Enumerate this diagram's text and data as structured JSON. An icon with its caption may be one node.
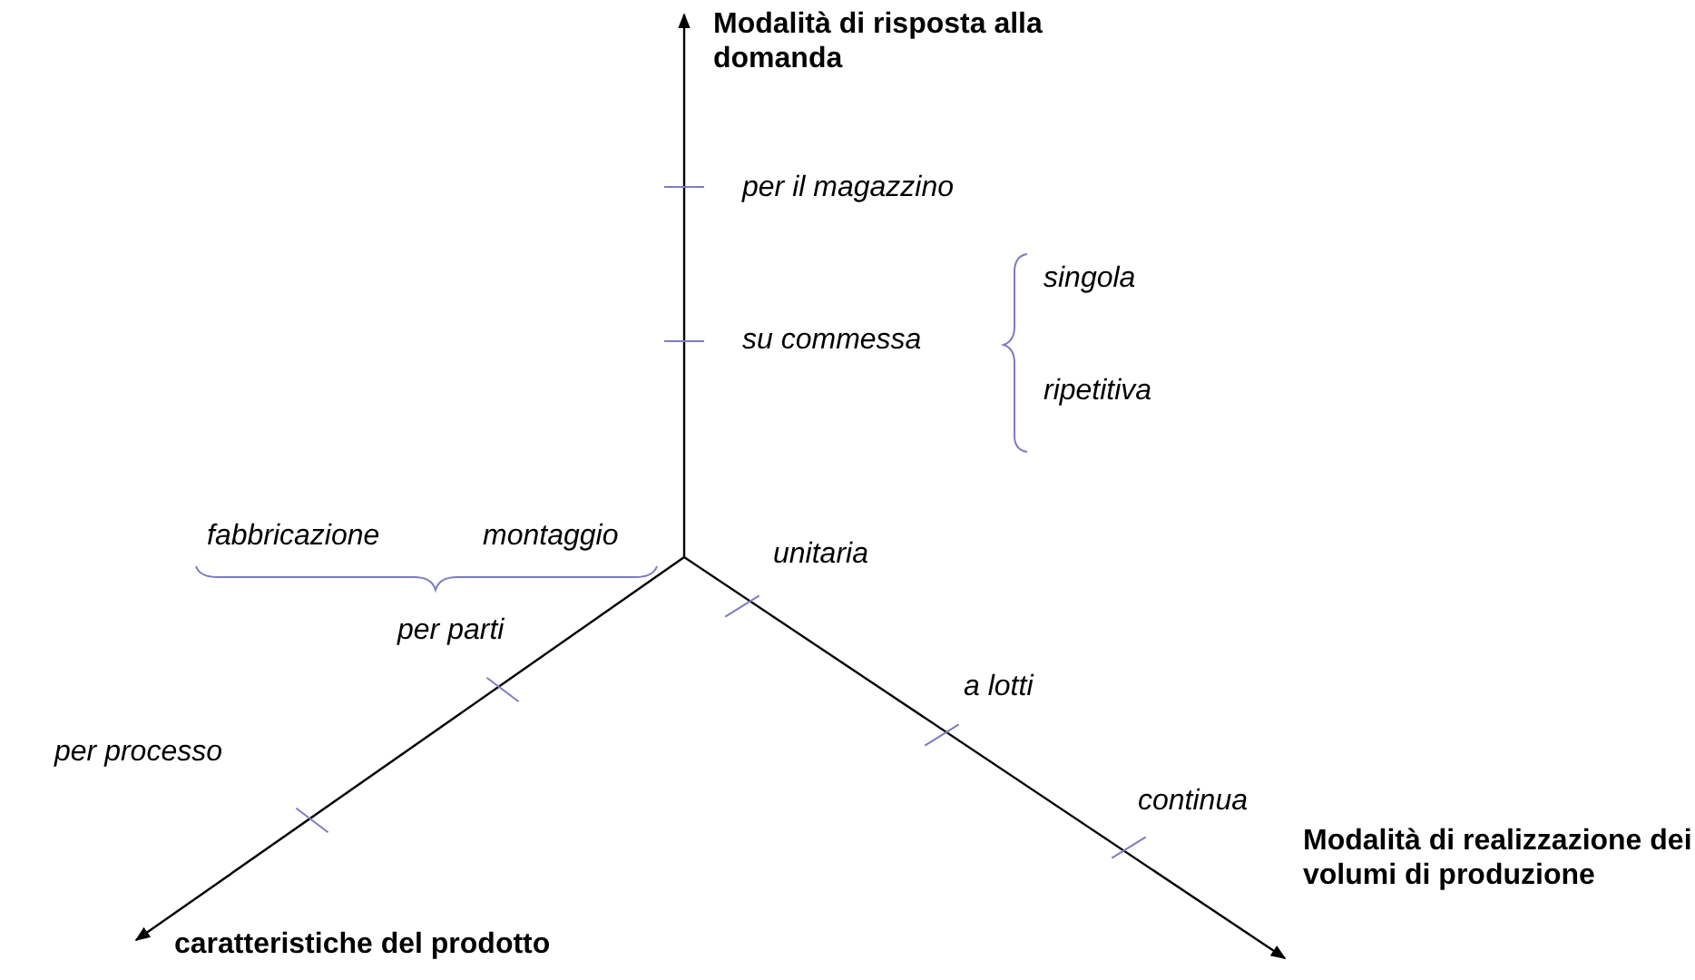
{
  "diagram": {
    "labels": [
      "Modalità di risposta alla domanda",
      "per il magazzino",
      "singola",
      "su commessa",
      "ripetitiva",
      "fabbricazione",
      "montaggio",
      "unitaria",
      "per parti",
      "a lotti",
      "per processo",
      "continua",
      "Modalità di realizzazione dei volumi di produzione",
      "caratteristiche del prodotto"
    ]
  }
}
